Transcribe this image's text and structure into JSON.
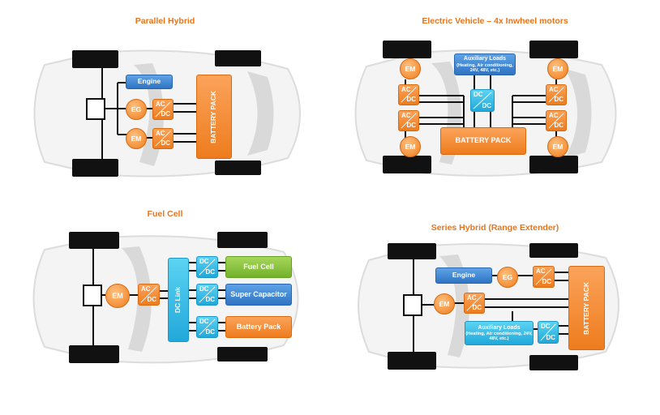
{
  "panels": {
    "parallel": {
      "title": "Parallel Hybrid",
      "engine": "Engine",
      "eg": "EG",
      "em": "EM",
      "battery": "BATTERY PACK",
      "conv_ac": "AC",
      "conv_dc": "DC"
    },
    "ev": {
      "title": "Electric Vehicle – 4x Inwheel motors",
      "em": "EM",
      "aux_title": "Auxiliary Loads",
      "aux_sub": "(Heating, Air conditioning, 24V, 48V, etc.)",
      "battery": "BATTERY PACK",
      "conv_ac": "AC",
      "conv_dc": "DC"
    },
    "fuelcell": {
      "title": "Fuel Cell",
      "em": "EM",
      "dclink": "DC Link",
      "fuel_cell": "Fuel Cell",
      "super_cap": "Super Capacitor",
      "battery": "Battery Pack",
      "conv_ac": "AC",
      "conv_dc": "DC"
    },
    "series": {
      "title": "Series Hybrid (Range Extender)",
      "engine": "Engine",
      "eg": "EG",
      "em": "EM",
      "aux_title": "Auxiliary Loads",
      "aux_sub": "(Heating, Air conditioning, 24V, 48V, etc.)",
      "battery": "BATTERY PACK",
      "conv_ac": "AC",
      "conv_dc": "DC"
    }
  },
  "colors": {
    "title": "#e8741a",
    "orange": "#f08a2c",
    "blue": "#3f86d4",
    "cyan": "#2fb6e3",
    "green": "#84c13a",
    "wheel": "#111111"
  }
}
